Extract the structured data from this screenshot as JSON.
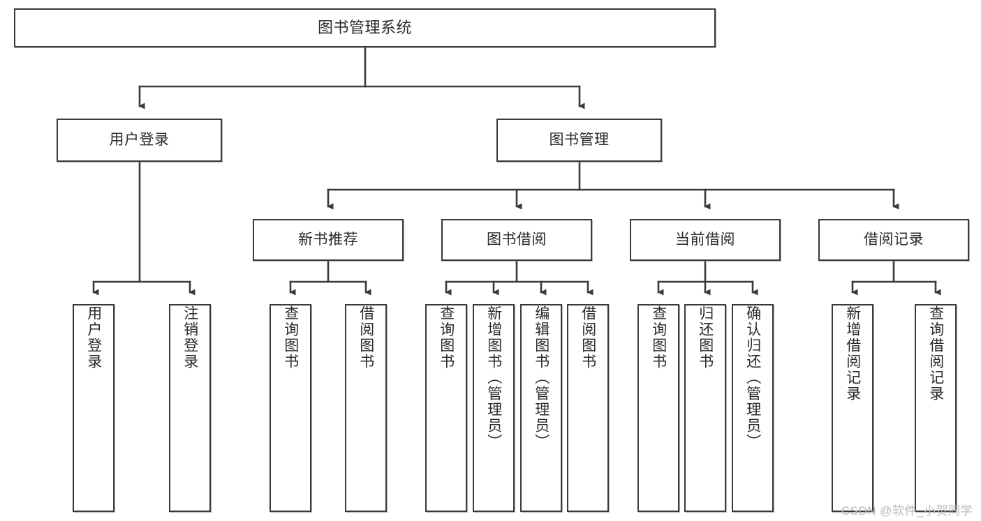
{
  "diagram": {
    "title": "图书管理系统",
    "type": "tree",
    "watermark": "CSDN @软件_小贺同学",
    "colors": {
      "stroke": "#3a3a3a",
      "fill": "#ffffff",
      "text": "#2b2b2b",
      "watermark": "#b9b9b9"
    },
    "nodes": {
      "root": {
        "label": "图书管理系统",
        "level": 1
      },
      "l2": [
        {
          "label": "用户登录",
          "level": 2
        },
        {
          "label": "图书管理",
          "level": 2
        }
      ],
      "l3": [
        {
          "label": "新书推荐",
          "level": 3
        },
        {
          "label": "图书借阅",
          "level": 3
        },
        {
          "label": "当前借阅",
          "level": 3
        },
        {
          "label": "借阅记录",
          "level": 3
        }
      ],
      "leaves": {
        "user_login": [
          {
            "label": "用户登录"
          },
          {
            "label": "注销登录"
          }
        ],
        "new_book": [
          {
            "label": "查询图书"
          },
          {
            "label": "借阅图书"
          }
        ],
        "book_borrow": [
          {
            "label": "查询图书"
          },
          {
            "label": "新增图书（管理员）"
          },
          {
            "label": "编辑图书（管理员）"
          },
          {
            "label": "借阅图书"
          }
        ],
        "current_borrow": [
          {
            "label": "查询图书"
          },
          {
            "label": "归还图书"
          },
          {
            "label": "确认归还（管理员）"
          }
        ],
        "borrow_record": [
          {
            "label": "新增借阅记录"
          },
          {
            "label": "查询借阅记录"
          }
        ]
      }
    }
  }
}
